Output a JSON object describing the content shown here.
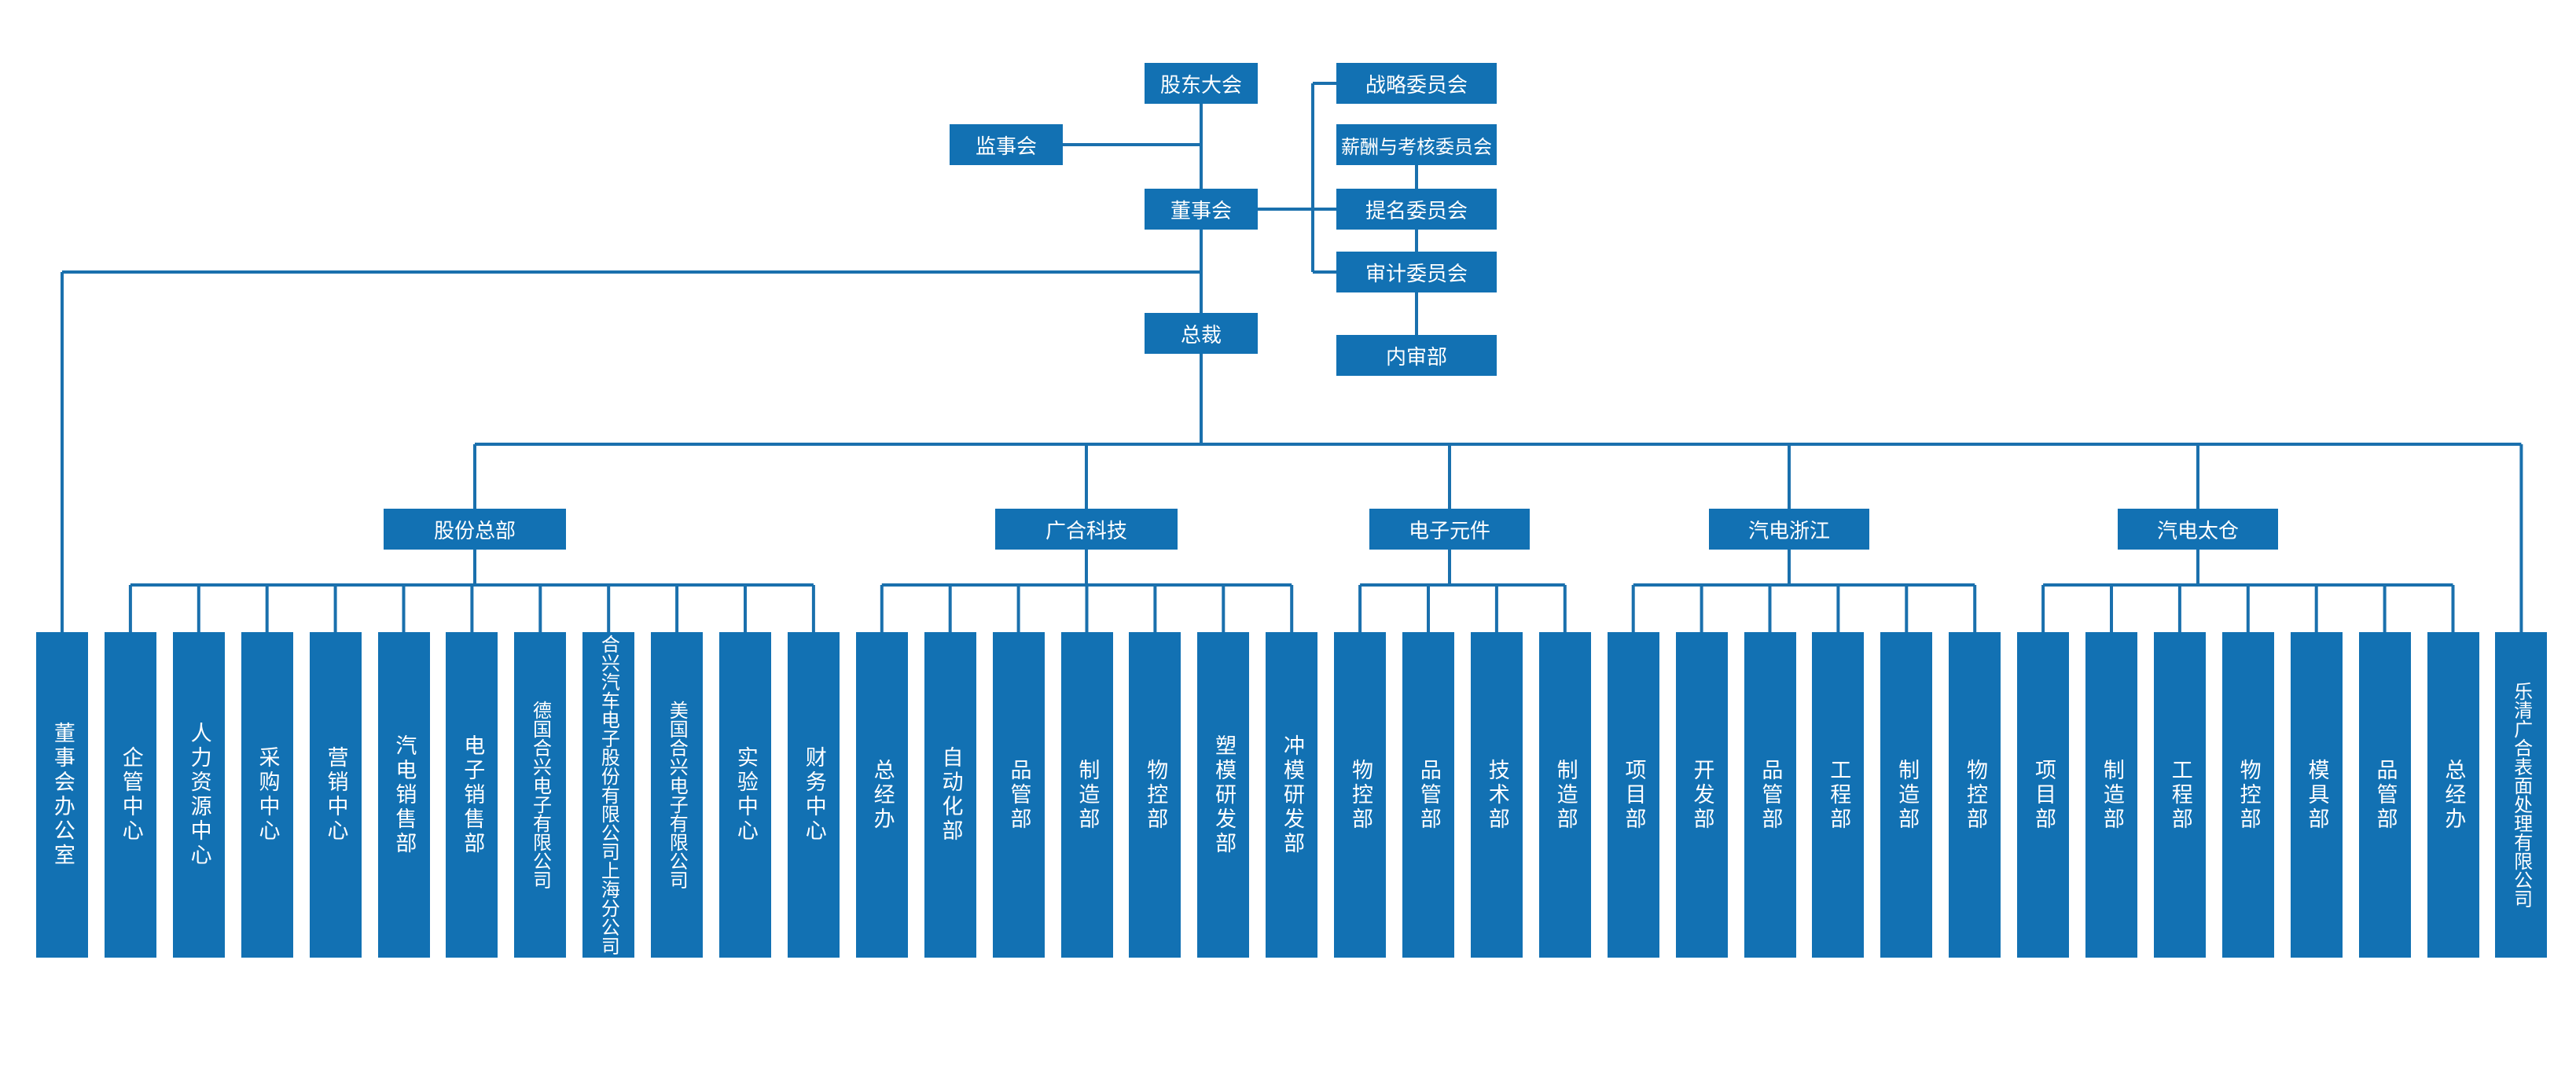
{
  "colors": {
    "box": "#1271b3",
    "line": "#1a70ad"
  },
  "top": {
    "shareholders": "股东大会",
    "supervisors": "监事会",
    "board": "董事会",
    "president": "总裁"
  },
  "committees": {
    "strategy": "战略委员会",
    "remuneration": "薪酬与考核委员会",
    "nomination": "提名委员会",
    "audit": "审计委员会",
    "internal_audit": "内审部"
  },
  "divisions": {
    "hq": "股份总部",
    "guanghe": "广合科技",
    "electronic": "电子元件",
    "zhejiang": "汽电浙江",
    "taicang": "汽电太仓"
  },
  "standalone": {
    "board_office": "董事会办公室",
    "leqing": "乐清广合表面处理有限公司"
  },
  "departments": {
    "hq": [
      "企管中心",
      "人力资源中心",
      "采购中心",
      "营销中心",
      "汽电销售部",
      "电子销售部",
      "德国合兴电子有限公司",
      "合兴汽车电子股份有限公司上海分公司",
      "美国合兴电子有限公司",
      "实验中心",
      "财务中心"
    ],
    "guanghe": [
      "总经办",
      "自动化部",
      "品管部",
      "制造部",
      "物控部",
      "塑模研发部",
      "冲模研发部"
    ],
    "electronic": [
      "物控部",
      "品管部",
      "技术部",
      "制造部"
    ],
    "zhejiang": [
      "项目部",
      "开发部",
      "品管部",
      "工程部",
      "制造部",
      "物控部"
    ],
    "taicang": [
      "项目部",
      "制造部",
      "工程部",
      "物控部",
      "模具部",
      "品管部",
      "总经办"
    ]
  }
}
